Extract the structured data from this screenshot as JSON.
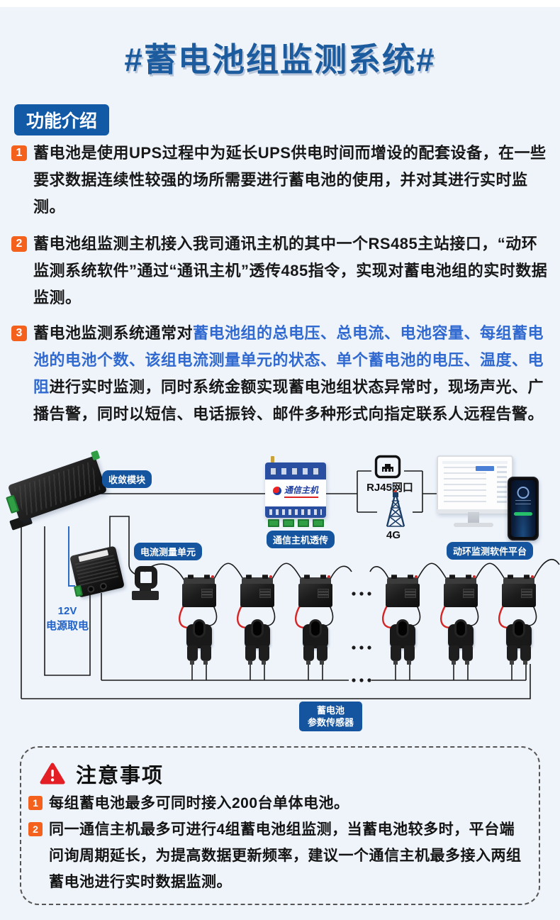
{
  "page": {
    "title": "#蓄电池组监测系统#",
    "section_badge": "功能介绍"
  },
  "features": [
    {
      "num": "1",
      "text": "蓄电池是使用UPS过程中为延长UPS供电时间而增设的配套设备，在一些要求数据连续性较强的场所需要进行蓄电池的使用，并对其进行实时监测。"
    },
    {
      "num": "2",
      "text": "蓄电池组监测主机接入我司通讯主机的其中一个RS485主站接口，“动环监测系统软件”通过“通讯主机”透传485指令，实现对蓄电池组的实时数据监测。"
    },
    {
      "num": "3",
      "text_before": "蓄电池监测系统通常对",
      "text_highlight": "蓄电池组的总电压、总电流、电池容量、每组蓄电池的电池个数、该组电流测量单元的状态、单个蓄电池的电压、温度、电阻",
      "text_after": "进行实时监测，同时系统金额实现蓄电池组状态异常时，现场声光、广播告警，同时以短信、电话振铃、邮件多种形式向指定联系人远程告警。"
    }
  ],
  "diagram": {
    "comm_device_name": "通信主机",
    "labels": {
      "converge": "收敛模块",
      "current_unit": "电流测量单元",
      "power_line1": "12V",
      "power_line2": "电源取电",
      "comm_host": "通信主机透传",
      "rj45": "RJ45网口",
      "g4": "4G",
      "platform": "动环监测软件平台",
      "sensor_line1": "蓄电池",
      "sensor_line2": "参数传感器"
    }
  },
  "notes": {
    "title": "注意事项",
    "items": [
      {
        "num": "1",
        "text": "每组蓄电池最多可同时接入200台单体电池。"
      },
      {
        "num": "2",
        "text": "同一通信主机最多可进行4组蓄电池组监测，当蓄电池较多时，平台端问询周期延长，为提高数据更新频率，建议一个通信主机最多接入两组蓄电池进行实时数据监测。"
      }
    ]
  },
  "colors": {
    "background": "#eff4fb",
    "title_blue": "#1c5b9e",
    "section_badge_blue": "#1259a6",
    "highlight_blue": "#3069d0",
    "number_badge_orange": "#f4611c",
    "diagram_label_blue": "#15549e",
    "warning_red": "#e31e24"
  }
}
